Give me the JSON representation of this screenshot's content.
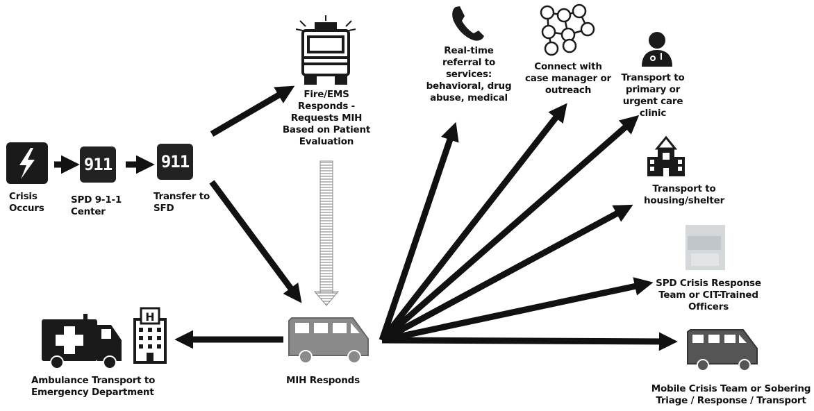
{
  "start": {
    "crisis": [
      "Crisis",
      "Occurs"
    ],
    "spd_center": [
      "SPD 9-1-1",
      "Center"
    ],
    "transfer": [
      "Transfer to",
      "SFD"
    ],
    "code_911": "911"
  },
  "fire_ems": [
    "Fire/EMS",
    "Responds -",
    "Requests MIH",
    "Based on Patient",
    "Evaluation"
  ],
  "mih": {
    "label": "MIH Responds"
  },
  "ambulance": [
    "Ambulance Transport to",
    "Emergency Department"
  ],
  "outcomes": {
    "referral": [
      "Real-time",
      "referral to",
      "services:",
      "behavioral, drug",
      "abuse, medical"
    ],
    "case_manager": [
      "Connect with",
      "case manager or",
      "outreach"
    ],
    "primary_care": [
      "Transport to",
      "primary or",
      "urgent care",
      "clinic"
    ],
    "housing": [
      "Transport to",
      "housing/shelter"
    ],
    "crisis_team": [
      "SPD Crisis Response",
      "Team or CIT-Trained",
      "Officers"
    ],
    "mobile": [
      "Mobile Crisis Team or Sobering",
      "Triage / Response / Transport"
    ]
  },
  "icons": {
    "crisis": "lightning-icon",
    "fire_truck": "fire-truck-icon",
    "phone": "phone-icon",
    "network": "network-icon",
    "doctor": "doctor-icon",
    "hospital_building": "hospital-icon",
    "photo": "crisis-team-photo",
    "van": "van-icon",
    "ambulance": "ambulance-icon"
  },
  "colors": {
    "arrow": "#111111",
    "icon": "#1a1a1a",
    "van": "#8a8a8a",
    "van_dark": "#555555"
  }
}
